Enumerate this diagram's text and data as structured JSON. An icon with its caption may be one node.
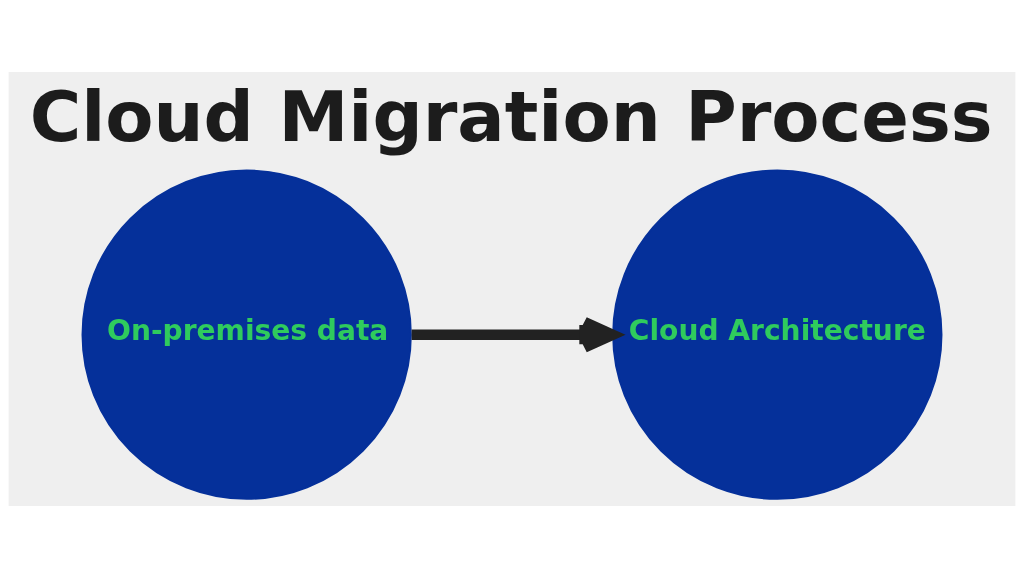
{
  "diagram": {
    "title": "Cloud Migration Process",
    "nodes": [
      {
        "text": [
          "On-premises data"
        ]
      },
      {
        "text": [
          "Cloud Architecture"
        ]
      }
    ],
    "edges": [
      {
        "from": 0,
        "to": 1,
        "arrow": "to"
      }
    ]
  }
}
